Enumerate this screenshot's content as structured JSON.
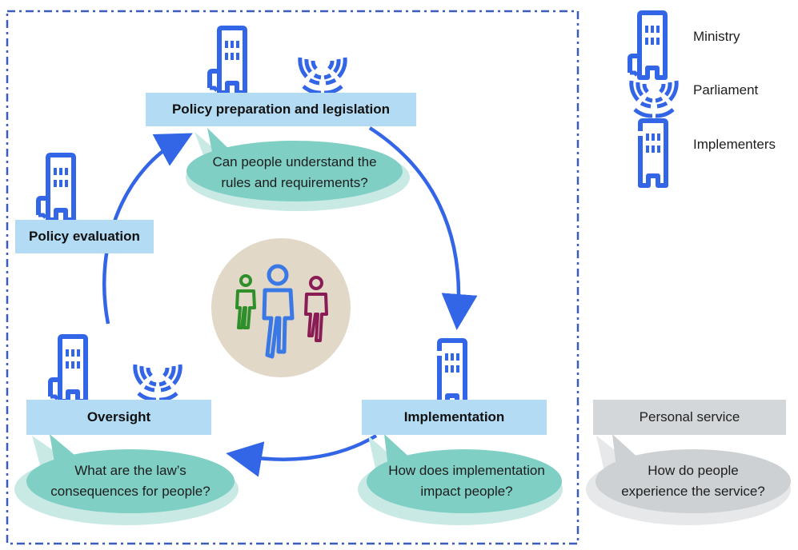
{
  "colors": {
    "icon_blue": "#3366e6",
    "label_blue": "#b3dcf4",
    "bubble_teal": "#7fcfc5",
    "bubble_teal_shadow": "#c9e9e5",
    "label_grey": "#d4d7d9",
    "bubble_grey": "#cdd1d3",
    "bubble_grey_shadow": "#e6e8e9",
    "frame_dash": "#3b5bbd",
    "people_bg": "#e2d8c8",
    "person_green": "#2f8f2a",
    "person_blue": "#3a78e6",
    "person_purple": "#8a1c55"
  },
  "stages": {
    "policy_prep": {
      "label": "Policy preparation and legislation",
      "question": [
        "Can people understand the",
        "rules and requirements?"
      ],
      "actors": [
        "Ministry",
        "Parliament"
      ]
    },
    "implementation": {
      "label": "Implementation",
      "question": [
        "How does implementation",
        "impact people?"
      ],
      "actors": [
        "Implementers"
      ]
    },
    "oversight": {
      "label": "Oversight",
      "question": [
        "What are the law’s",
        "consequences for people?"
      ],
      "actors": [
        "Ministry",
        "Parliament"
      ]
    },
    "evaluation": {
      "label": "Policy evaluation",
      "actors": [
        "Ministry"
      ]
    }
  },
  "personal_service": {
    "label": "Personal service",
    "question": [
      "How do people",
      "experience the service?"
    ]
  },
  "center": {
    "icon": "people-group-icon"
  },
  "legend": [
    {
      "icon": "ministry-icon",
      "label": "Ministry"
    },
    {
      "icon": "parliament-icon",
      "label": "Parliament"
    },
    {
      "icon": "implementers-icon",
      "label": "Implementers"
    }
  ],
  "cycle_arrows": [
    {
      "from": "Policy preparation and legislation",
      "to": "Implementation"
    },
    {
      "from": "Implementation",
      "to": "Oversight"
    },
    {
      "from": "Oversight",
      "to": "Policy preparation and legislation"
    }
  ]
}
